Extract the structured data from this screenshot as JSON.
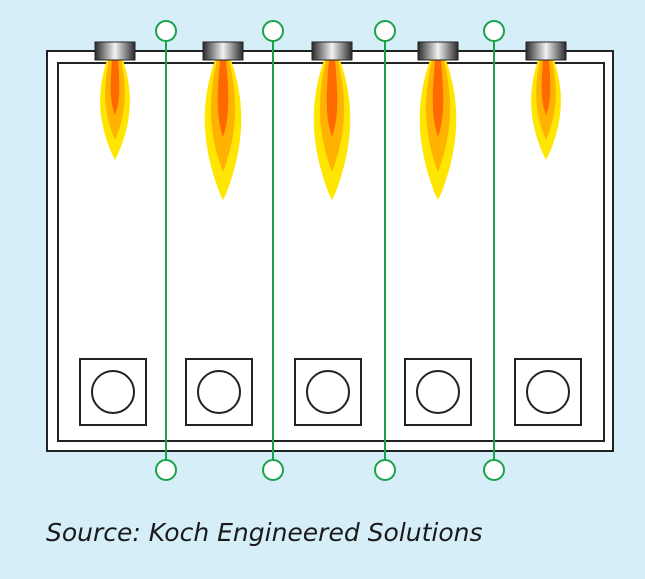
{
  "caption": "Source: Koch Engineered Solutions",
  "colors": {
    "background": "#d6eef8",
    "furnace_fill": "#ffffff",
    "furnace_stroke": "#222222",
    "tube_line": "#1aa34a",
    "flame_outer": "#ffe600",
    "flame_mid": "#ffb300",
    "flame_core": "#ff6a00"
  },
  "burners": [
    {
      "id": 1,
      "flame": "short"
    },
    {
      "id": 2,
      "flame": "long"
    },
    {
      "id": 3,
      "flame": "long"
    },
    {
      "id": 4,
      "flame": "long"
    },
    {
      "id": 5,
      "flame": "short"
    }
  ],
  "tube_rows": 4,
  "bottom_ports": 5,
  "icons": {
    "burner": "burner-nozzle-icon",
    "flame": "flame-icon",
    "tube_end": "tube-end-circle-icon",
    "port": "floor-port-icon"
  }
}
